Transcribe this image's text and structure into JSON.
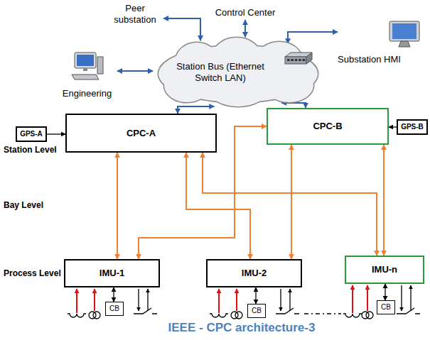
{
  "diagram": {
    "caption": "IEEE - CPC architecture-3",
    "nodes": [
      {
        "text": [
          "Peer substation"
        ]
      },
      {
        "text": [
          "Control Center"
        ]
      },
      {
        "text": [
          "Substation HMI"
        ]
      },
      {
        "text": [
          "Engineering"
        ]
      },
      {
        "text": [
          "Station Bus (Ethernet Switch LAN)"
        ]
      },
      {
        "text": [
          "GPS-A"
        ]
      },
      {
        "text": [
          "CPC-A"
        ]
      },
      {
        "text": [
          "CPC-B"
        ]
      },
      {
        "text": [
          "GPS-B"
        ]
      },
      {
        "text": [
          "IMU-1"
        ]
      },
      {
        "text": [
          "IMU-2"
        ]
      },
      {
        "text": [
          "IMU-n"
        ]
      },
      {
        "text": [
          "CB"
        ]
      },
      {
        "text": [
          "CB"
        ]
      },
      {
        "text": [
          "CB"
        ]
      }
    ],
    "edges": [
      {
        "from": 4,
        "to": 0,
        "arrow": "both"
      },
      {
        "from": 4,
        "to": 1,
        "arrow": "both"
      },
      {
        "from": 4,
        "to": 2,
        "arrow": "both"
      },
      {
        "from": 3,
        "to": 4,
        "arrow": "both"
      },
      {
        "from": 4,
        "to": 6,
        "arrow": "both"
      },
      {
        "from": 4,
        "to": 7,
        "arrow": "both"
      },
      {
        "from": 5,
        "to": 6,
        "arrow": "to"
      },
      {
        "from": 8,
        "to": 7,
        "arrow": "to"
      },
      {
        "from": 6,
        "to": 9,
        "arrow": "both"
      },
      {
        "from": 6,
        "to": 10,
        "arrow": "both"
      },
      {
        "from": 6,
        "to": 11,
        "arrow": "both"
      },
      {
        "from": 7,
        "to": 9,
        "arrow": "both"
      },
      {
        "from": 7,
        "to": 10,
        "arrow": "both"
      },
      {
        "from": 7,
        "to": 11,
        "arrow": "both"
      },
      {
        "from": 9,
        "to": 12,
        "arrow": "both"
      },
      {
        "from": 10,
        "to": 13,
        "arrow": "both"
      },
      {
        "from": 11,
        "to": 14,
        "arrow": "both"
      }
    ],
    "labels": [
      "Station Level",
      "Bay Level",
      "Process Level"
    ]
  }
}
